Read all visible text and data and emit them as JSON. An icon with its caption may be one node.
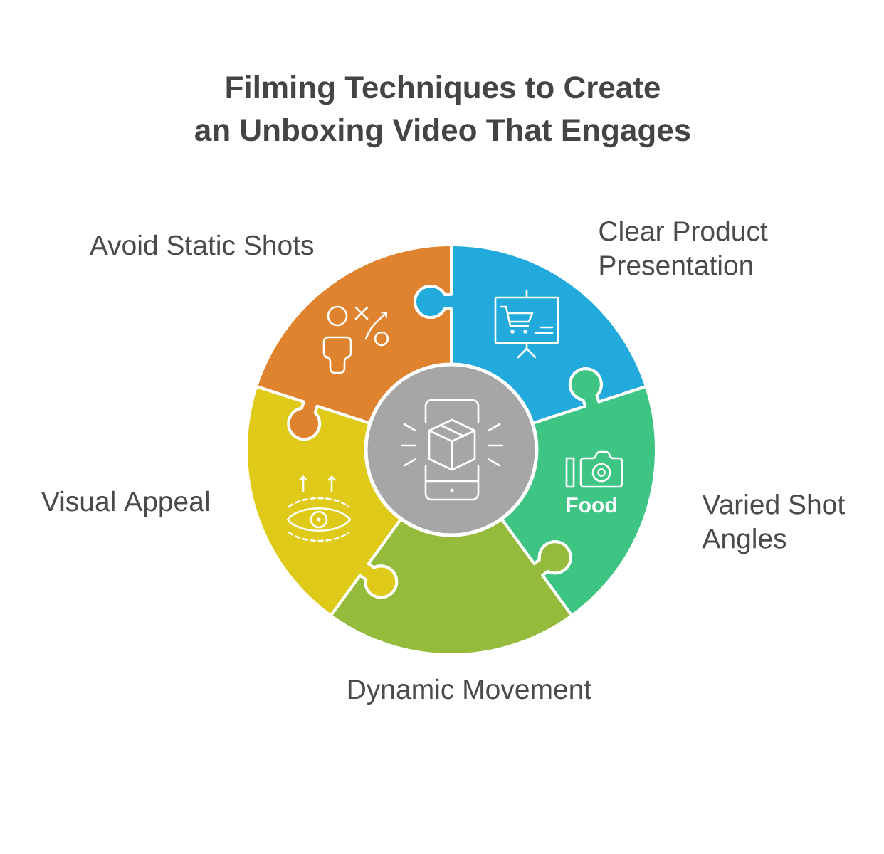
{
  "diagram": {
    "title": "Filming Techniques to Create an Unboxing Video That Engages",
    "nodes": [
      {
        "text": [
          "Avoid Static Shots"
        ]
      },
      {
        "text": [
          "Clear Product Presentation"
        ]
      },
      {
        "text": [
          "Varied Shot Angles"
        ]
      },
      {
        "text": [
          "Dynamic Movement"
        ]
      },
      {
        "text": [
          "Visual Appeal"
        ]
      },
      {
        "text": [],
        "shape": "circle"
      }
    ],
    "labels": [
      "Food"
    ]
  }
}
